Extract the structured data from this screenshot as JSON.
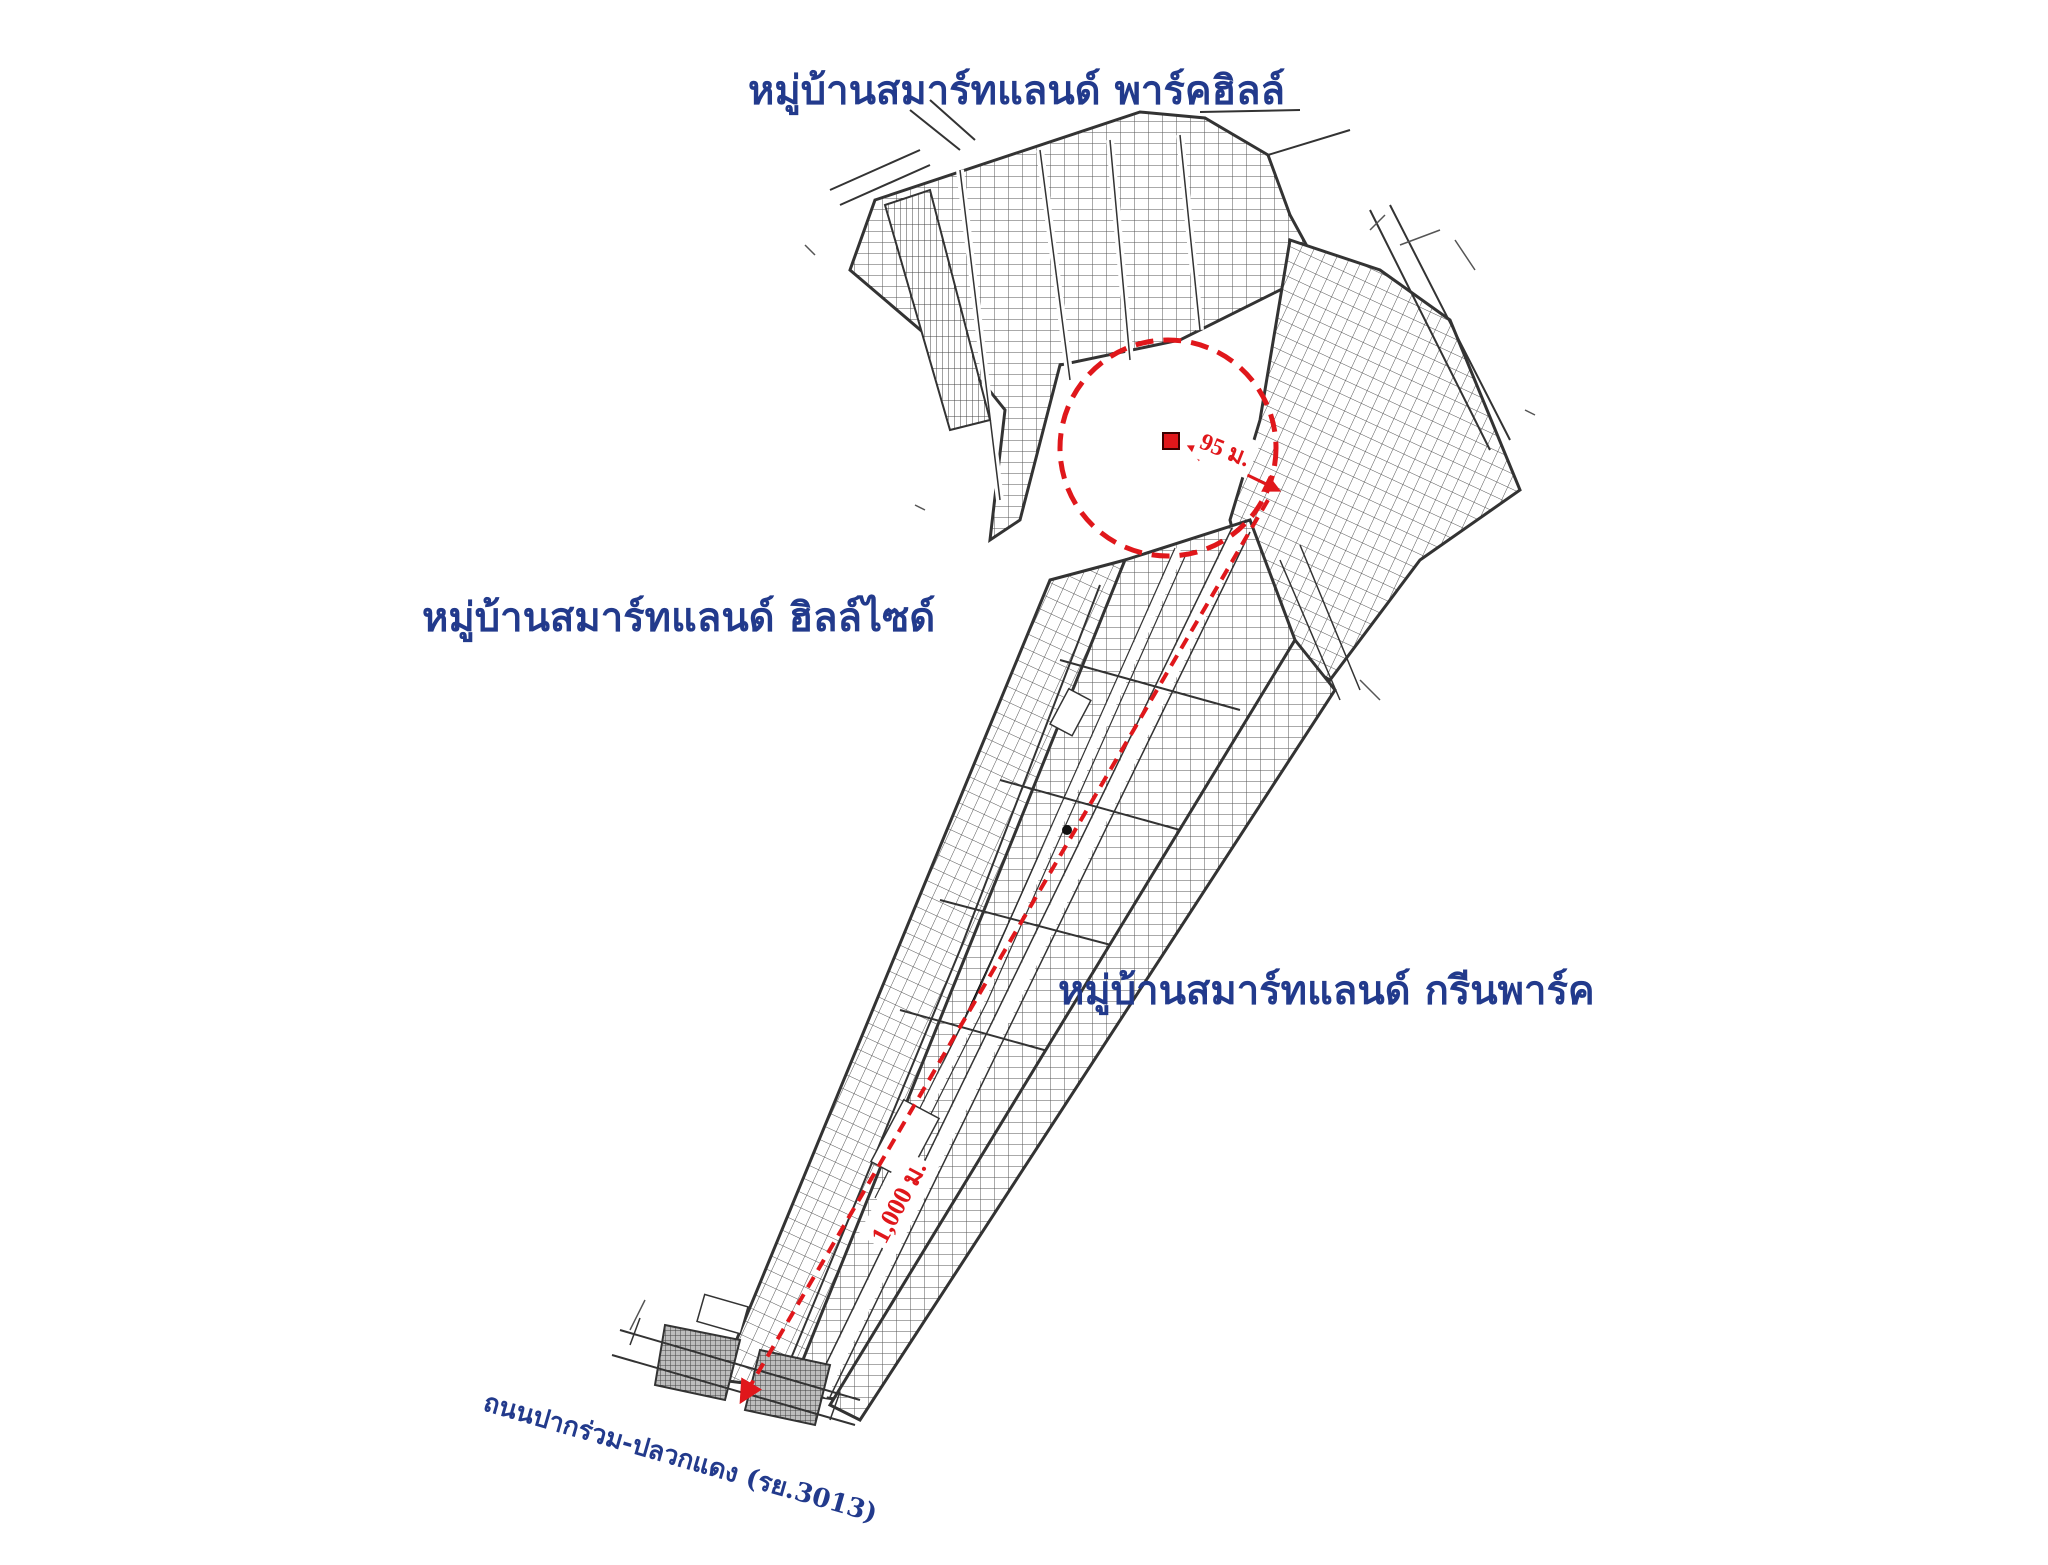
{
  "labels": {
    "village_north": "หมู่บ้านสมาร์ทแลนด์ พาร์คฮิลล์",
    "village_west": "หมู่บ้านสมาร์ทแลนด์ ฮิลล์ไซด์",
    "village_east": "หมู่บ้านสมาร์ทแลนด์ กรีนพาร์ค",
    "road": "ถนนปากร่วม-ปลวกแดง (รย.3013)"
  },
  "distances": {
    "to_main_road": "95 ม.",
    "to_highway": "1,000 ม."
  },
  "colors": {
    "label_blue": "#223a8c",
    "marker_red": "#e0171b",
    "plan_line": "#4a4a4a"
  },
  "markers": [
    {
      "name": "property-marker",
      "shape": "red-square"
    },
    {
      "name": "radius-circle",
      "style": "dashed-red"
    }
  ]
}
